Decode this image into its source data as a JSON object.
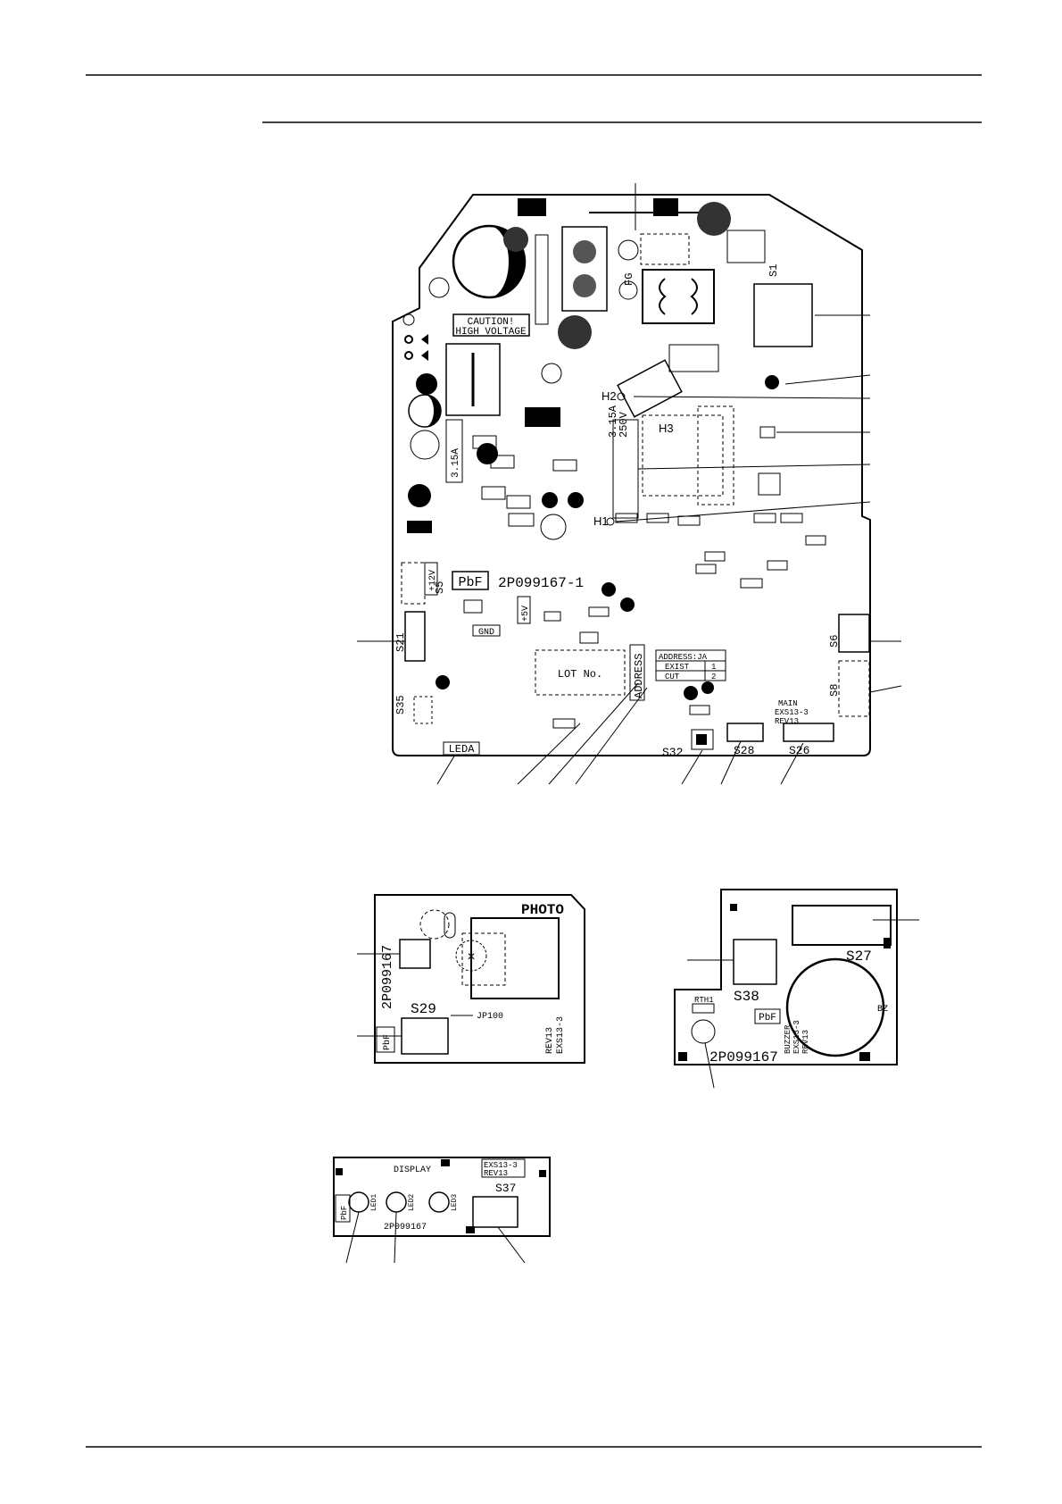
{
  "main_pcb": {
    "caution": [
      "CAUTION!",
      "HIGH VOLTAGE"
    ],
    "part_number": "2P099167-1",
    "pbf": "PbF",
    "fuse": "3.15A",
    "fuse_rating": [
      "3.15A",
      "250V"
    ],
    "fg": "FG",
    "test_points": {
      "h1": "H1",
      "h2": "H2",
      "h3": "H3"
    },
    "v12": "+12V",
    "v5": "+5V",
    "gnd": "GND",
    "lot": "LOT No.",
    "address": "ADDRESS",
    "address_table": {
      "title": "ADDRESS:JA",
      "rows": [
        [
          "EXIST",
          "1"
        ],
        [
          "CUT",
          "2"
        ]
      ]
    },
    "main_label": [
      "MAIN",
      "EXS13-3",
      "REV13"
    ],
    "leda": "LEDA",
    "connectors": {
      "s1": "S1",
      "s5": "S5",
      "s6": "S6",
      "s8": "S8",
      "s21": "S21",
      "s26": "S26",
      "s28": "S28",
      "s32": "S32",
      "s35": "S35"
    }
  },
  "photo_pcb": {
    "title": "PHOTO",
    "part_number": "2P099167",
    "connector": "S29",
    "pbf": "PbF",
    "jp": "JP100",
    "rev": [
      "REV13",
      "EXS13-3"
    ]
  },
  "buzzer_pcb": {
    "connector_s27": "S27",
    "connector_s38": "S38",
    "part_number": "2P099167",
    "pbf": "PbF",
    "rth": "RTH1",
    "bz": "BZ",
    "buzzer_label": [
      "BUZZER",
      "EXS13-3",
      "REV13"
    ]
  },
  "display_pcb": {
    "title": "DISPLAY",
    "part_number": "2P099167",
    "connector": "S37",
    "pbf": "PbF",
    "rev": [
      "EXS13-3",
      "REV13"
    ],
    "leds": [
      "LED1",
      "LED2",
      "LED3"
    ]
  }
}
